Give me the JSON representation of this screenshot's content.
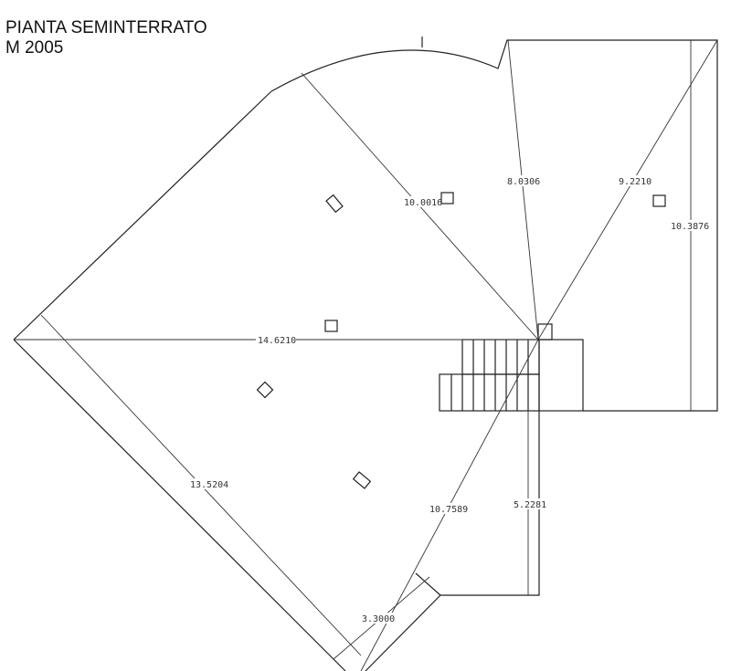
{
  "title": {
    "line1": "PIANTA SEMINTERRATO",
    "line2": "M 2005"
  },
  "dimensions": {
    "d1": "10.0016",
    "d2": "8.0306",
    "d3": "9.2210",
    "d4": "10.3876",
    "d5": "14.6210",
    "d6": "13.5204",
    "d7": "10.7589",
    "d8": "5.2281",
    "d9": "3.3000"
  }
}
